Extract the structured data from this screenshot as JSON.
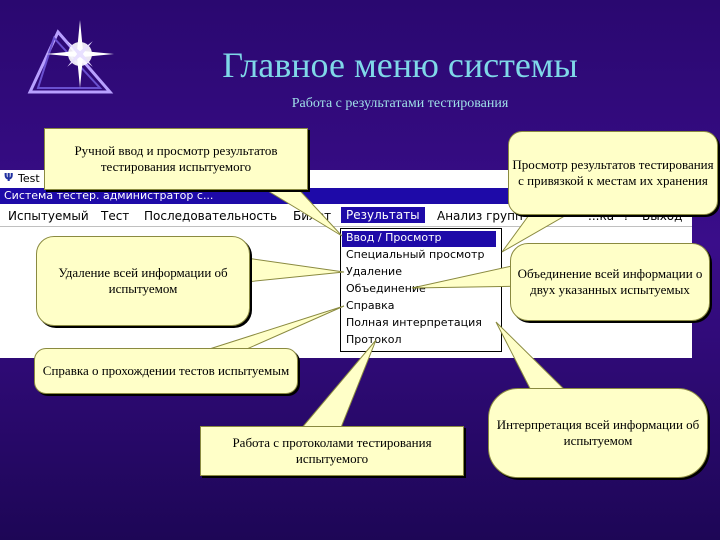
{
  "title": "Главное меню системы",
  "subtitle": "Работа с результатами тестирования",
  "window": {
    "app_title": "Test",
    "caption": "Система тестер. администратор с..."
  },
  "menubar": {
    "items": [
      "Испытуемый",
      "Тест",
      "Последовательность",
      "Билет",
      "Результаты",
      "Анализ групп",
      "...ка",
      "?",
      "Выход"
    ]
  },
  "dropdown": {
    "items": [
      "Ввод / Просмотр",
      "Специальный просмотр",
      "Удаление",
      "Объединение",
      "Справка",
      "Полная интерпретация",
      "Протокол"
    ]
  },
  "callouts": {
    "manual_input": "Ручной ввод и просмотр результатов тестирования испытуемого",
    "special_view": "Просмотр результатов тестирования с привязкой к местам их хранения",
    "delete": "Удаление всей информации об испытуемом",
    "merge": "Объединение всей информации о двух указанных испытуемых",
    "reference": "Справка о прохождении тестов испытуемым",
    "protocol": "Работа с протоколами тестирования испытуемого",
    "interpretation": "Интерпретация всей информации об испытуемом"
  },
  "colors": {
    "background": "#2a0870",
    "title": "#7fd8e8",
    "selection": "#1e0aa8",
    "callout": "#ffffc8"
  }
}
